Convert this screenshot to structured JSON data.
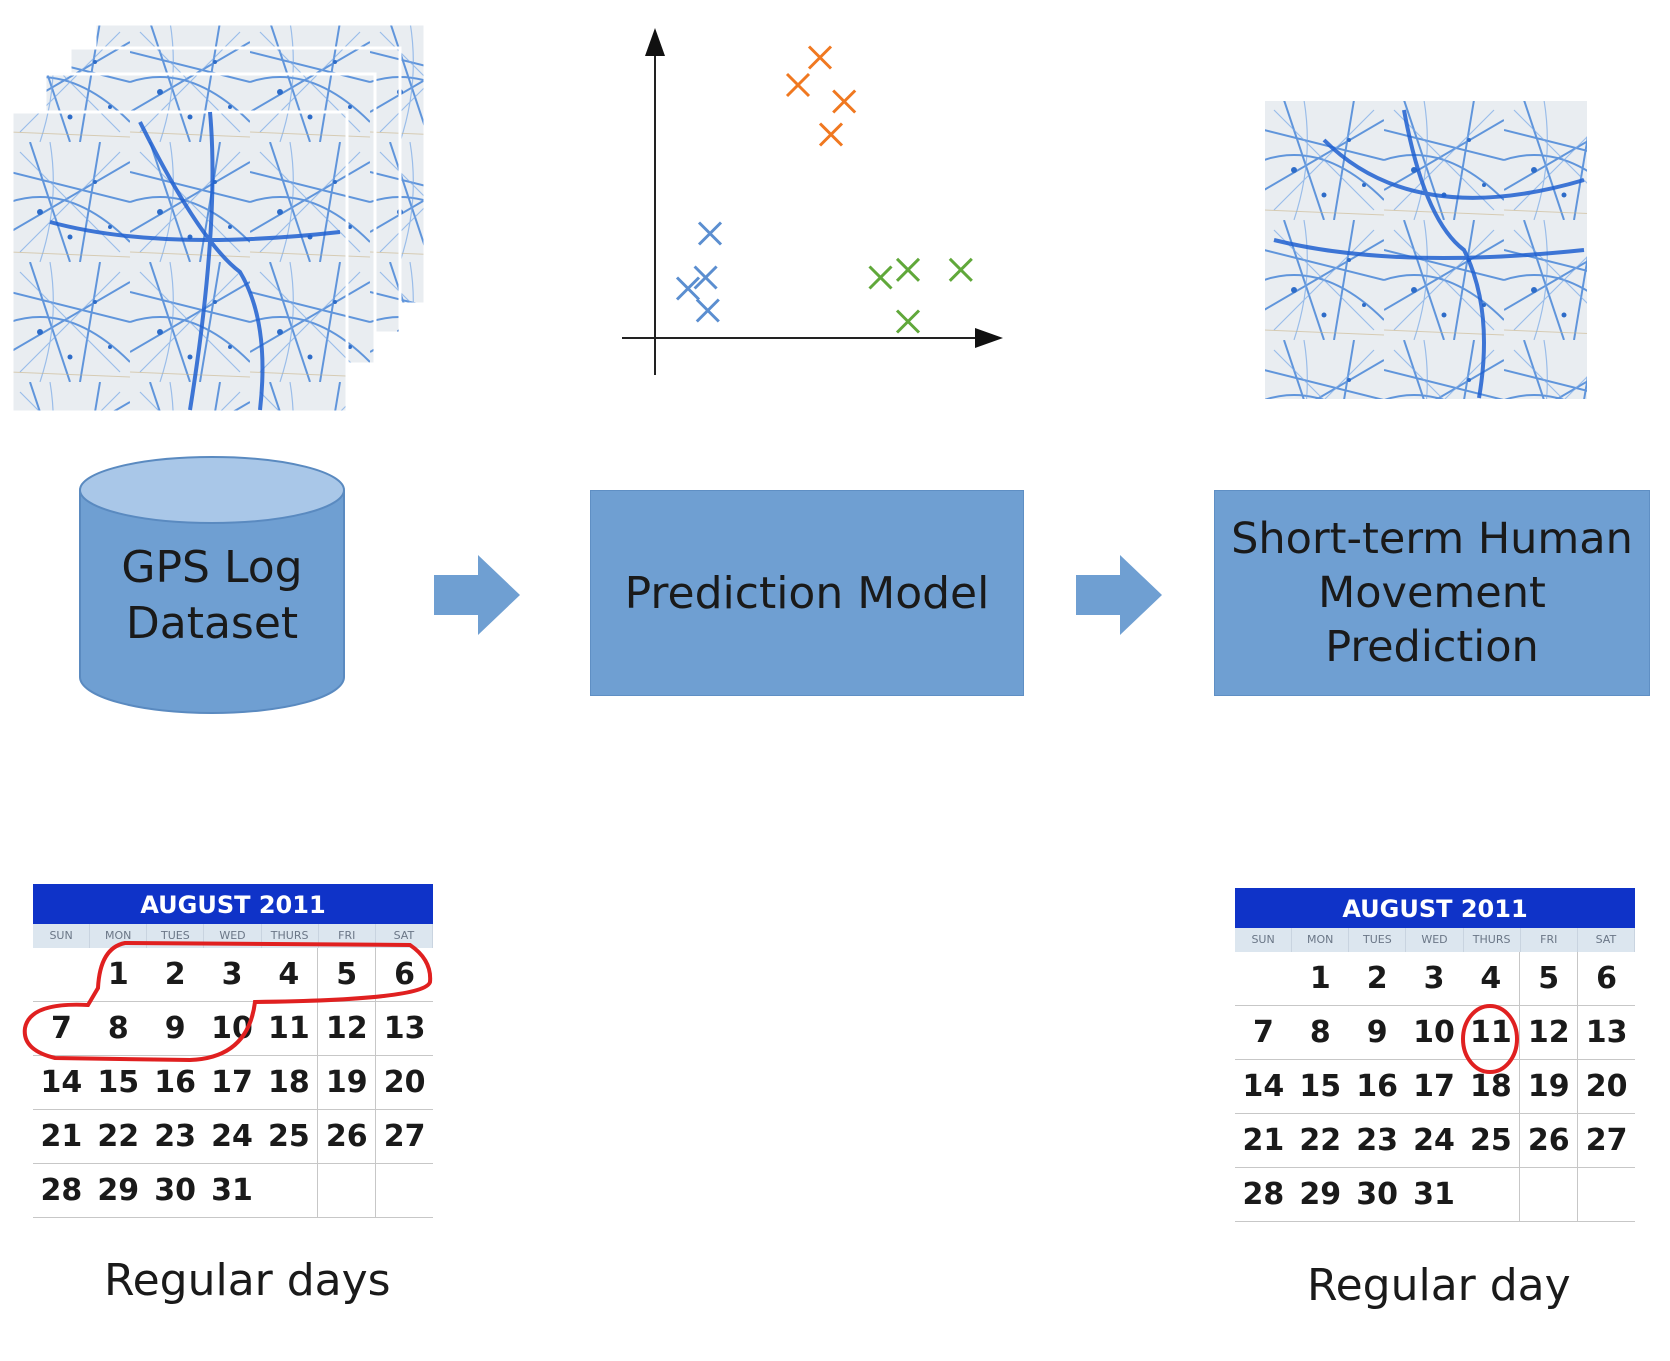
{
  "flow": {
    "dataset_label_line1": "GPS Log",
    "dataset_label_line2": "Dataset",
    "model_label": "Prediction Model",
    "output_label_line1": "Short-term Human",
    "output_label_line2": "Movement Prediction"
  },
  "captions": {
    "left": "Regular days",
    "right": "Regular day"
  },
  "calendar_left": {
    "title": "AUGUST  2011",
    "weekdays": [
      "SUN",
      "MON",
      "TUES",
      "WED",
      "THURS",
      "FRI",
      "SAT"
    ],
    "weeks": [
      [
        "",
        "1",
        "2",
        "3",
        "4",
        "5",
        "6"
      ],
      [
        "7",
        "8",
        "9",
        "10",
        "11",
        "12",
        "13"
      ],
      [
        "14",
        "15",
        "16",
        "17",
        "18",
        "19",
        "20"
      ],
      [
        "21",
        "22",
        "23",
        "24",
        "25",
        "26",
        "27"
      ],
      [
        "28",
        "29",
        "30",
        "31",
        "",
        "",
        ""
      ]
    ],
    "circled_days": [
      "1",
      "2",
      "3",
      "4",
      "5",
      "6",
      "7",
      "8",
      "9",
      "10"
    ]
  },
  "calendar_right": {
    "title": "AUGUST  2011",
    "weekdays": [
      "SUN",
      "MON",
      "TUES",
      "WED",
      "THURS",
      "FRI",
      "SAT"
    ],
    "weeks": [
      [
        "",
        "1",
        "2",
        "3",
        "4",
        "5",
        "6"
      ],
      [
        "7",
        "8",
        "9",
        "10",
        "11",
        "12",
        "13"
      ],
      [
        "14",
        "15",
        "16",
        "17",
        "18",
        "19",
        "20"
      ],
      [
        "21",
        "22",
        "23",
        "24",
        "25",
        "26",
        "27"
      ],
      [
        "28",
        "29",
        "30",
        "31",
        "",
        "",
        ""
      ]
    ],
    "circled_days": [
      "11"
    ]
  },
  "scatter": {
    "clusters": [
      {
        "color": "#5b8ed0",
        "points": [
          [
            0.3,
            0.45
          ],
          [
            0.46,
            0.55
          ],
          [
            0.48,
            0.25
          ],
          [
            0.5,
            0.95
          ]
        ]
      },
      {
        "color": "#f07820",
        "points": [
          [
            1.3,
            2.3
          ],
          [
            1.5,
            2.55
          ],
          [
            1.72,
            2.15
          ],
          [
            1.6,
            1.85
          ]
        ]
      },
      {
        "color": "#60a83a",
        "points": [
          [
            2.05,
            0.55
          ],
          [
            2.3,
            0.62
          ],
          [
            2.78,
            0.62
          ],
          [
            2.3,
            0.15
          ]
        ]
      }
    ]
  },
  "colors": {
    "box_fill": "#6f9fd2",
    "calendar_header": "#0f33c8",
    "circle_red": "#e02020"
  }
}
